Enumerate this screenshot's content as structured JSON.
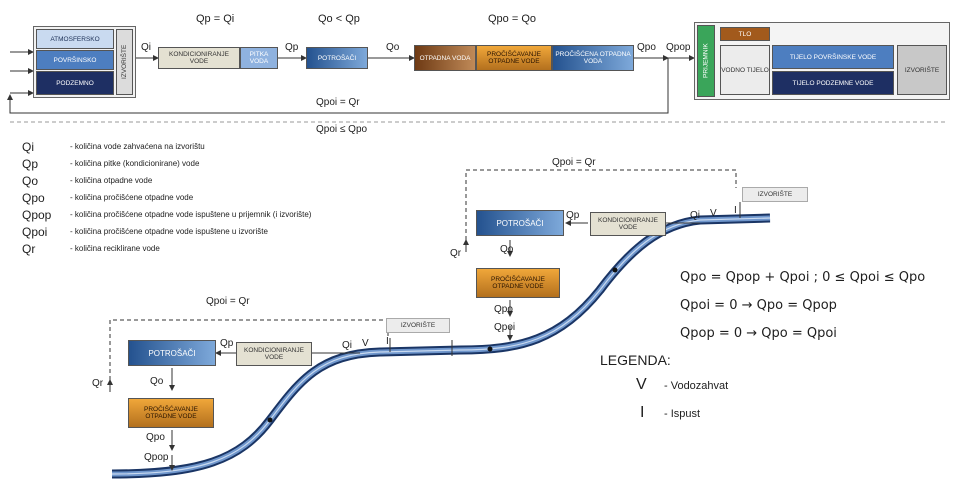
{
  "top_flow": {
    "source_group": {
      "items": [
        "ATMOSFERSKO",
        "POVRŠINSKO",
        "PODZEMNO"
      ],
      "label": "IZVORIŠTE"
    },
    "conditioning": "KONDICIONIRANJE VODE",
    "drinking_water": "PITKA VODA",
    "consumers": "POTROŠAČI",
    "wastewater": "OTPADNA VODA",
    "treatment": "PROČIŠĆAVANJE OTPADNE VODE",
    "treated": "PROČIŠĆENA OTPADNA VODA",
    "recipient_label": "PRIJEMNIK",
    "soil": "TLO",
    "water_body": "VODNO TIJELO",
    "surface_body": "TIJELO POVRŠINSKE VODE",
    "ground_body": "TIJELO PODZEMNE VODE",
    "source_out": "IZVORIŠTE",
    "eq_qp_qi": "Qp = Qi",
    "eq_qo_qp": "Qo < Qp",
    "eq_qpo_qo": "Qpo = Qo",
    "flow_qi": "Qi",
    "flow_qp": "Qp",
    "flow_qo": "Qo",
    "flow_qpo": "Qpo",
    "flow_qpop": "Qpop",
    "recycle_eq1": "Qpoi = Qr",
    "recycle_eq2": "Qpoi ≤ Qpo"
  },
  "symbols": [
    {
      "sym": "Qi",
      "desc": "- količina vode zahvaćena na izvorištu"
    },
    {
      "sym": "Qp",
      "desc": "- količina pitke (kondicionirane) vode"
    },
    {
      "sym": "Qo",
      "desc": "- količina otpadne vode"
    },
    {
      "sym": "Qpo",
      "desc": "- količina pročišćene otpadne vode"
    },
    {
      "sym": "Qpop",
      "desc": "- količina pročišćene otpadne vode ispuštene u prijemnik (i izvorište)"
    },
    {
      "sym": "Qpoi",
      "desc": "- količina pročišćene otpadne vode ispuštene u izvorište"
    },
    {
      "sym": "Qr",
      "desc": "- količina reciklirane vode"
    }
  ],
  "lower": {
    "upper_eq": "Qpoi = Qr",
    "upper_consumers": "POTROŠAČI",
    "upper_conditioning": "KONDICIONIRANJE VODE",
    "upper_treatment": "PROČIŠĆAVANJE OTPADNE VODE",
    "upper_source": "IZVORIŠTE",
    "upper_qp": "Qp",
    "upper_qo": "Qo",
    "upper_qr": "Qr",
    "upper_qpo": "Qpo",
    "upper_qpoi": "Qpoi",
    "upper_qi": "Qi",
    "v": "V",
    "i": "I",
    "lower_eq": "Qpoi = Qr",
    "lower_consumers": "POTROŠAČI",
    "lower_conditioning": "KONDICIONIRANJE VODE",
    "lower_treatment": "PROČIŠĆAVANJE OTPADNE VODE",
    "lower_source": "IZVORIŠTE",
    "lower_qp": "Qp",
    "lower_qo": "Qo",
    "lower_qr": "Qr",
    "lower_qpo": "Qpo",
    "lower_qpop": "Qpop",
    "lower_qi": "Qi"
  },
  "equations": [
    "Qpo = Qpop + Qpoi ;  0 ≤ Qpoi ≤ Qpo",
    "Qpoi = 0 → Qpo = Qpop",
    "Qpop = 0 → Qpo = Qpoi"
  ],
  "legend": {
    "title": "LEGENDA:",
    "items": [
      {
        "sym": "V",
        "desc": "- Vodozahvat"
      },
      {
        "sym": "I",
        "desc": "- Ispust"
      }
    ]
  },
  "colors": {
    "blue": "#24528f",
    "brown": "#6e3a14",
    "beige": "#e4e1d2",
    "green": "#3aa55a",
    "orange": "#d88b2a"
  }
}
